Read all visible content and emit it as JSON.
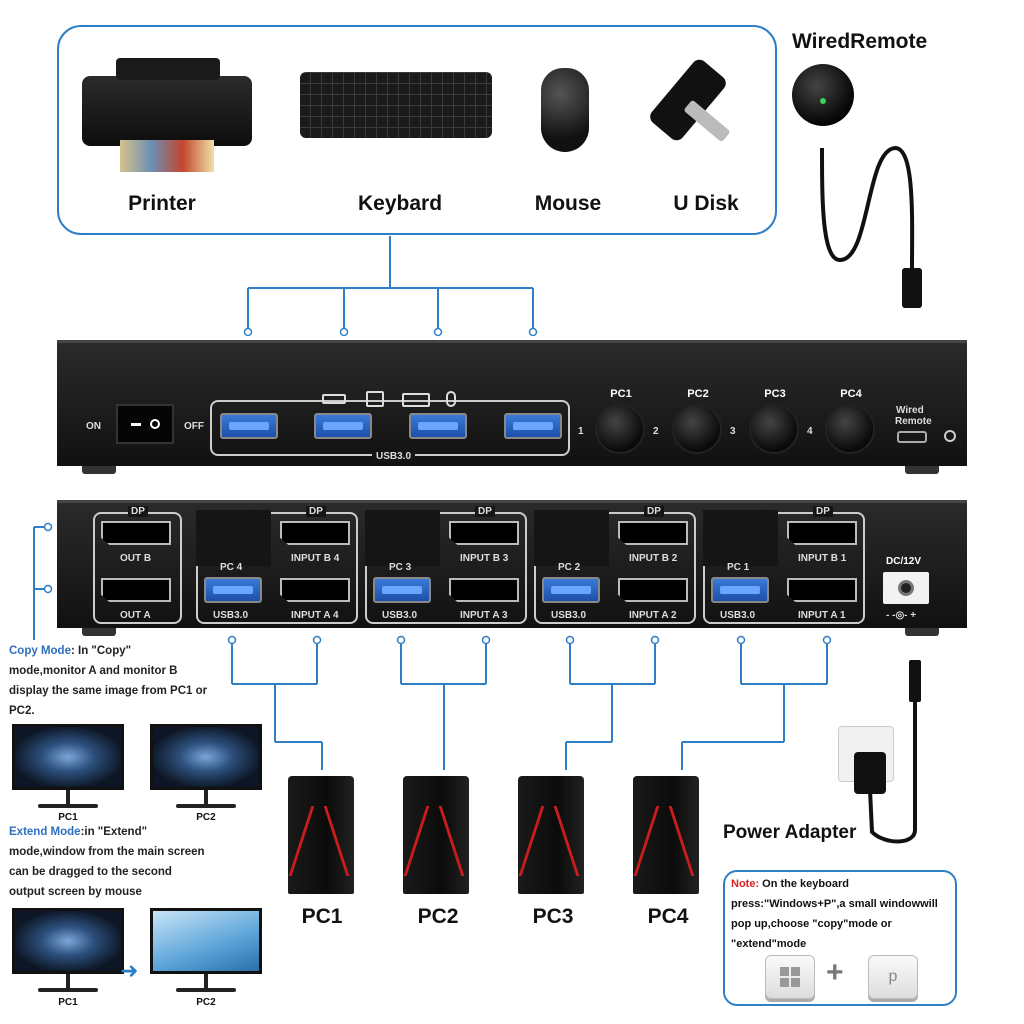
{
  "peripherals": {
    "printer": "Printer",
    "keyboard": "Keybard",
    "mouse": "Mouse",
    "udisk": "U Disk"
  },
  "remote_title": "WiredRemote",
  "front_panel": {
    "on": "ON",
    "off": "OFF",
    "usb_label": "USB3.0",
    "pcs": [
      "PC1",
      "PC2",
      "PC3",
      "PC4"
    ],
    "numbers": [
      "1",
      "2",
      "3",
      "4"
    ],
    "wired_remote_1": "Wired",
    "wired_remote_2": "Remote"
  },
  "back_panel": {
    "dp": "DP",
    "out_b": "OUT B",
    "out_a": "OUT A",
    "groups": [
      {
        "pc": "PC 4",
        "input_b": "INPUT B 4",
        "input_a": "INPUT A 4",
        "usb": "USB3.0"
      },
      {
        "pc": "PC 3",
        "input_b": "INPUT B 3",
        "input_a": "INPUT A 3",
        "usb": "USB3.0"
      },
      {
        "pc": "PC 2",
        "input_b": "INPUT B 2",
        "input_a": "INPUT A 2",
        "usb": "USB3.0"
      },
      {
        "pc": "PC 1",
        "input_b": "INPUT B 1",
        "input_a": "INPUT A 1",
        "usb": "USB3.0"
      }
    ],
    "dc": "DC/12V"
  },
  "computers": [
    "PC1",
    "PC2",
    "PC3",
    "PC4"
  ],
  "power_adapter": "Power Adapter",
  "copy_mode": {
    "key": "Copy Mode",
    "line1": ": In \"Copy\"",
    "line2": "mode,monitor A and monitor B",
    "line3": "display the same image from PC1 or",
    "line4": "PC2."
  },
  "extend_mode": {
    "key": "Extend Mode",
    "line1": ":in \"Extend\"",
    "line2": "mode,window from the main screen",
    "line3": "can be dragged to the second",
    "line4": "output screen by mouse"
  },
  "monitor_labels": [
    "PC1",
    "PC2",
    "PC1",
    "PC2"
  ],
  "note": {
    "label": "Note:",
    "line1": " On the keyboard",
    "line2": "press:\"Windows+P\",a small windowwill",
    "line3": "pop up,choose \"copy\"mode or",
    "line4": "\"extend\"mode",
    "key_p": "p"
  },
  "colors": {
    "accent": "#2f7fc7",
    "note_red": "#dd2222",
    "usb_blue": "#1d4fa8"
  }
}
